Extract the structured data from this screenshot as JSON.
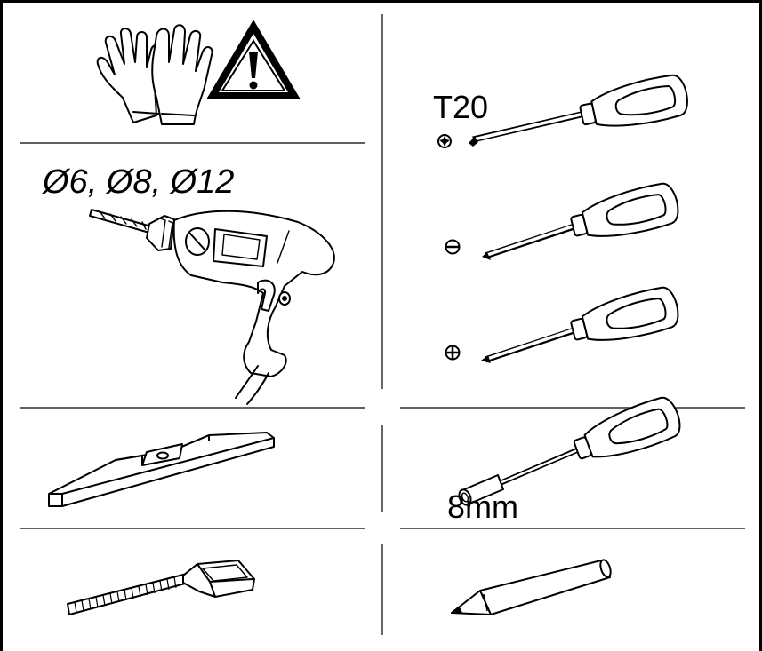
{
  "drill": {
    "label": "Ø6, Ø8, Ø12"
  },
  "torx_screwdriver": {
    "label": "T20"
  },
  "nut_driver": {
    "label": "8mm"
  },
  "colors": {
    "ink": "#000000",
    "background": "#ffffff"
  },
  "icons": [
    "work-gloves-icon",
    "warning-triangle-icon",
    "torx-screwdriver-icon",
    "electric-drill-icon",
    "flat-screwdriver-icon",
    "phillips-screwdriver-icon",
    "spirit-level-icon",
    "nut-driver-icon",
    "tape-measure-icon",
    "pencil-icon"
  ]
}
